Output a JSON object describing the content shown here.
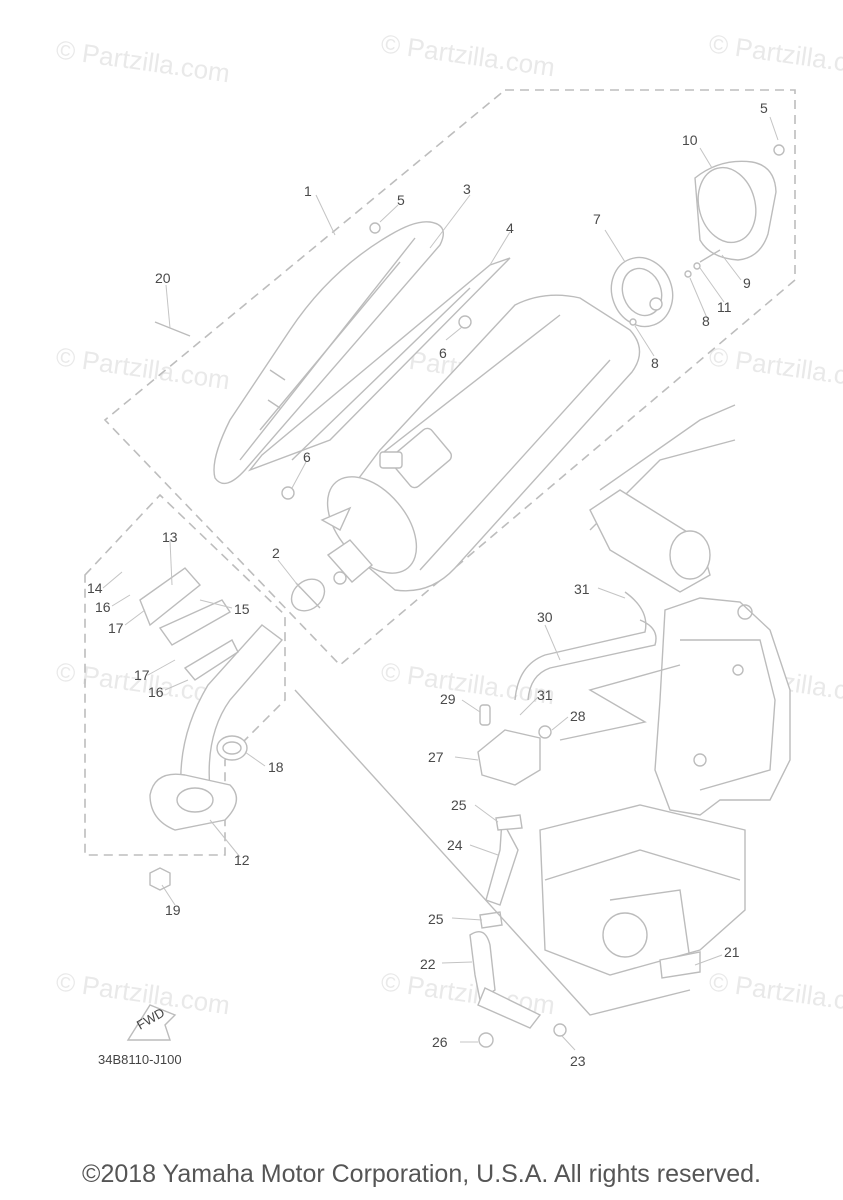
{
  "watermark": "© Partzilla.com",
  "diagram_ref": "34B8110-J100",
  "fwd_label": "FWD",
  "copyright": "©2018 Yamaha Motor Corporation, U.S.A. All rights reserved.",
  "callouts": [
    "1",
    "2",
    "3",
    "4",
    "5",
    "5",
    "6",
    "6",
    "7",
    "8",
    "8",
    "9",
    "10",
    "11",
    "12",
    "13",
    "14",
    "15",
    "16",
    "16",
    "17",
    "17",
    "18",
    "19",
    "20",
    "21",
    "22",
    "23",
    "24",
    "25",
    "25",
    "26",
    "27",
    "28",
    "29",
    "30",
    "31",
    "31"
  ]
}
